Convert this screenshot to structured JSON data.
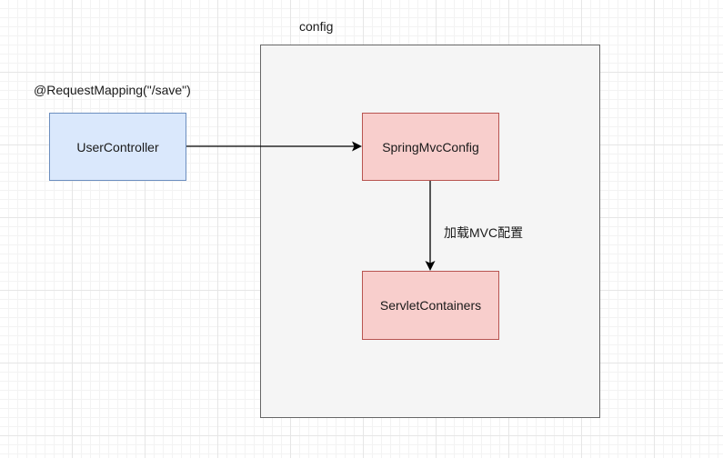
{
  "labels": {
    "container_title": "config",
    "mapping_annotation": "@RequestMapping(\"/save\")",
    "edge_label": "加载MVC配置"
  },
  "nodes": {
    "user_controller": "UserController",
    "spring_mvc_config": "SpringMvcConfig",
    "servlet_containers": "ServletContainers"
  },
  "colors": {
    "container_fill": "#f5f5f5",
    "container_stroke": "#666666",
    "blue_fill": "#dae8fc",
    "blue_stroke": "#6c8ebf",
    "red_fill": "#f8cecc",
    "red_stroke": "#b85450",
    "edge": "#000000"
  }
}
